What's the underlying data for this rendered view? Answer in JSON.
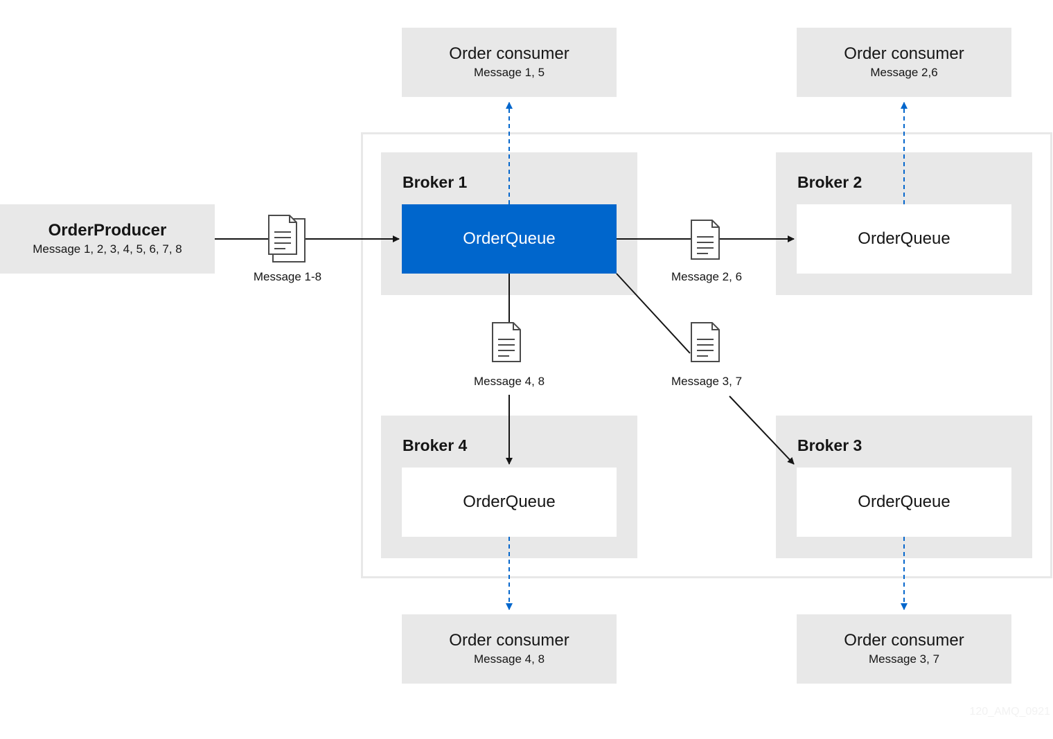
{
  "producer": {
    "title": "OrderProducer",
    "subtitle": "Message 1, 2, 3, 4, 5, 6, 7, 8"
  },
  "brokers": [
    {
      "title": "Broker 1",
      "queue": "OrderQueue"
    },
    {
      "title": "Broker 2",
      "queue": "OrderQueue"
    },
    {
      "title": "Broker 3",
      "queue": "OrderQueue"
    },
    {
      "title": "Broker 4",
      "queue": "OrderQueue"
    }
  ],
  "consumers": [
    {
      "title": "Order consumer",
      "subtitle": "Message 1, 5"
    },
    {
      "title": "Order consumer",
      "subtitle": "Message 2,6"
    },
    {
      "title": "Order consumer",
      "subtitle": "Message 4, 8"
    },
    {
      "title": "Order consumer",
      "subtitle": "Message 3, 7"
    }
  ],
  "message_labels": {
    "producer_to_broker1": "Message 1-8",
    "to_broker2": "Message 2, 6",
    "to_broker4": "Message 4, 8",
    "to_broker3": "Message 3, 7"
  },
  "watermark": "120_AMQ_0921",
  "colors": {
    "accent": "#0066cc",
    "box": "#e8e8e8",
    "line": "#151515"
  }
}
